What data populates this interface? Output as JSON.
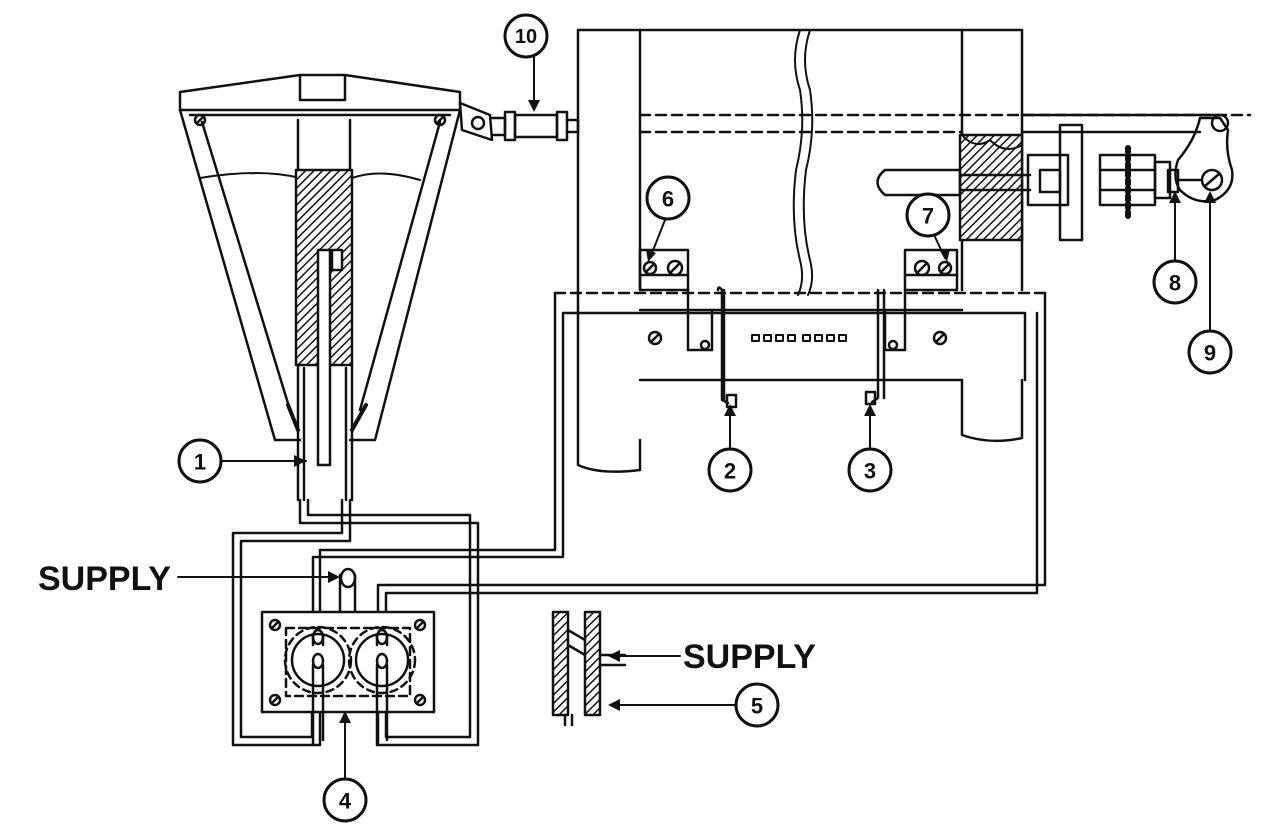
{
  "diagram": {
    "callouts": [
      {
        "id": "c1",
        "label": "1"
      },
      {
        "id": "c2",
        "label": "2"
      },
      {
        "id": "c3",
        "label": "3"
      },
      {
        "id": "c4",
        "label": "4"
      },
      {
        "id": "c5",
        "label": "5"
      },
      {
        "id": "c6",
        "label": "6"
      },
      {
        "id": "c7",
        "label": "7"
      },
      {
        "id": "c8",
        "label": "8"
      },
      {
        "id": "c9",
        "label": "9"
      },
      {
        "id": "c10",
        "label": "10"
      }
    ],
    "supply_label_left": "SUPPLY",
    "supply_label_right": "SUPPLY"
  },
  "colors": {
    "ink": "#111111",
    "paper": "#ffffff"
  }
}
